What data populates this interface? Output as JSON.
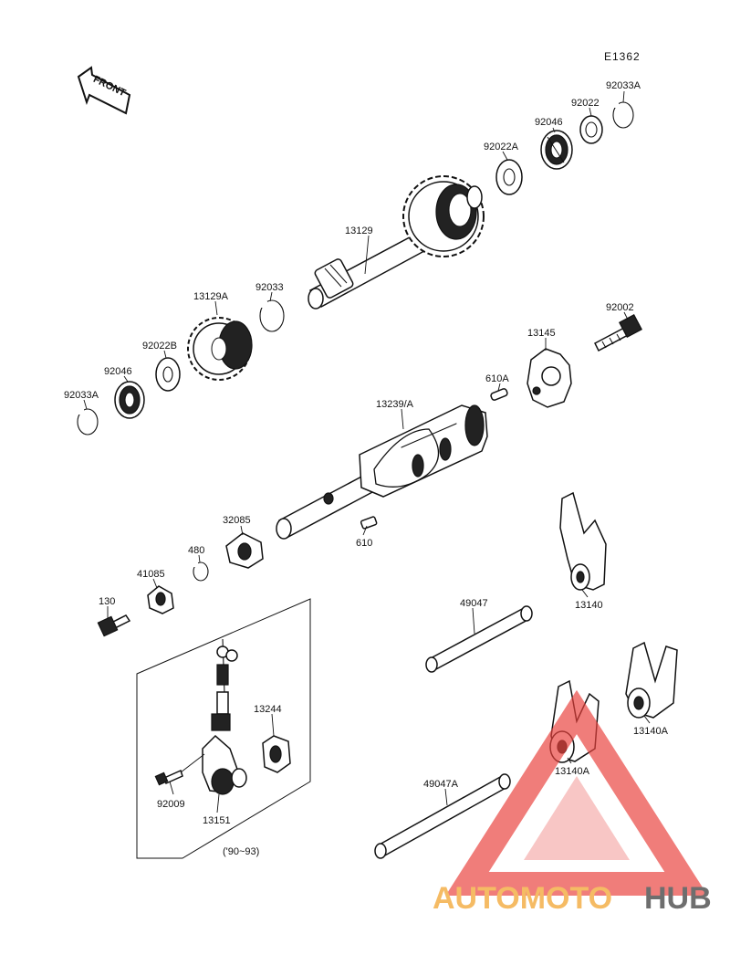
{
  "figure_code": "E1362",
  "front_arrow_label": "FRONT",
  "year_range_note": "('90~93)",
  "watermark": {
    "text_part1": "AUTOMOTO",
    "text_part2": "HUB",
    "color_orange": "#F4B04A",
    "color_red": "#E8413C",
    "color_gray": "#555555"
  },
  "part_labels": {
    "p92033A_top": "92033A",
    "p92022": "92022",
    "p92046_top": "92046",
    "p92022A": "92022A",
    "p13129": "13129",
    "p92033": "92033",
    "p13129A": "13129A",
    "p92022B": "92022B",
    "p92046_left": "92046",
    "p92033A_left": "92033A",
    "p92002": "92002",
    "p13145": "13145",
    "p610A": "610A",
    "p13239A": "13239/A",
    "p610": "610",
    "p32085": "32085",
    "p480": "480",
    "p41085": "41085",
    "p130": "130",
    "p13140": "13140",
    "p49047": "49047",
    "p13244": "13244",
    "p13140A_right": "13140A",
    "p13140A_mid": "13140A",
    "p49047A": "49047A",
    "p92009": "92009",
    "p13151": "13151"
  }
}
